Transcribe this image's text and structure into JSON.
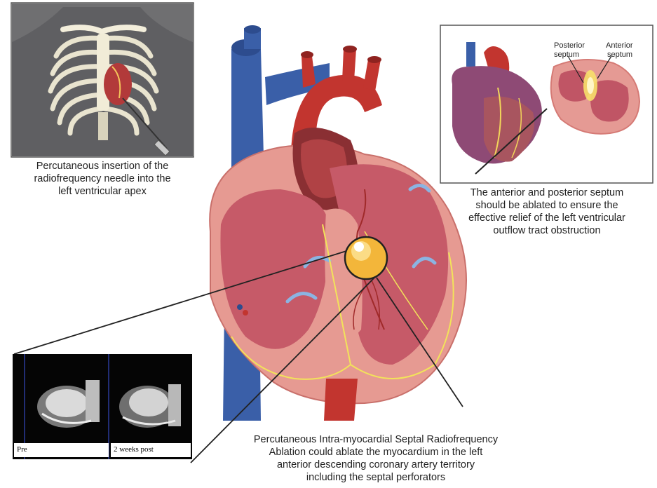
{
  "captions": {
    "apex_insertion": "Percutaneous insertion of the\nradiofrequency needle into the\nleft ventricular apex",
    "septum_note": "The anterior and posterior septum\nshould be ablated to ensure the\neffective relief of the left ventricular\noutflow tract obstruction",
    "ablation_note": "Percutaneous Intra-myocardial Septal Radiofrequency\nAblation could ablate the myocardium in the left\nanterior descending coronary artery territory\nincluding the septal perforators"
  },
  "labels": {
    "posterior_septum": [
      "Posterior",
      "septum"
    ],
    "anterior_septum": [
      "Anterior",
      "septum"
    ]
  },
  "mri": {
    "pre_label": "Pre",
    "post_label": "2 weeks post"
  },
  "colors": {
    "vein_blue": "#3a5fa8",
    "artery_red": "#c2352f",
    "myocardium": "#e69a92",
    "cavity": "#c65a68",
    "ablation": "#f3b63a",
    "nerve_yellow": "#f2e35a"
  }
}
